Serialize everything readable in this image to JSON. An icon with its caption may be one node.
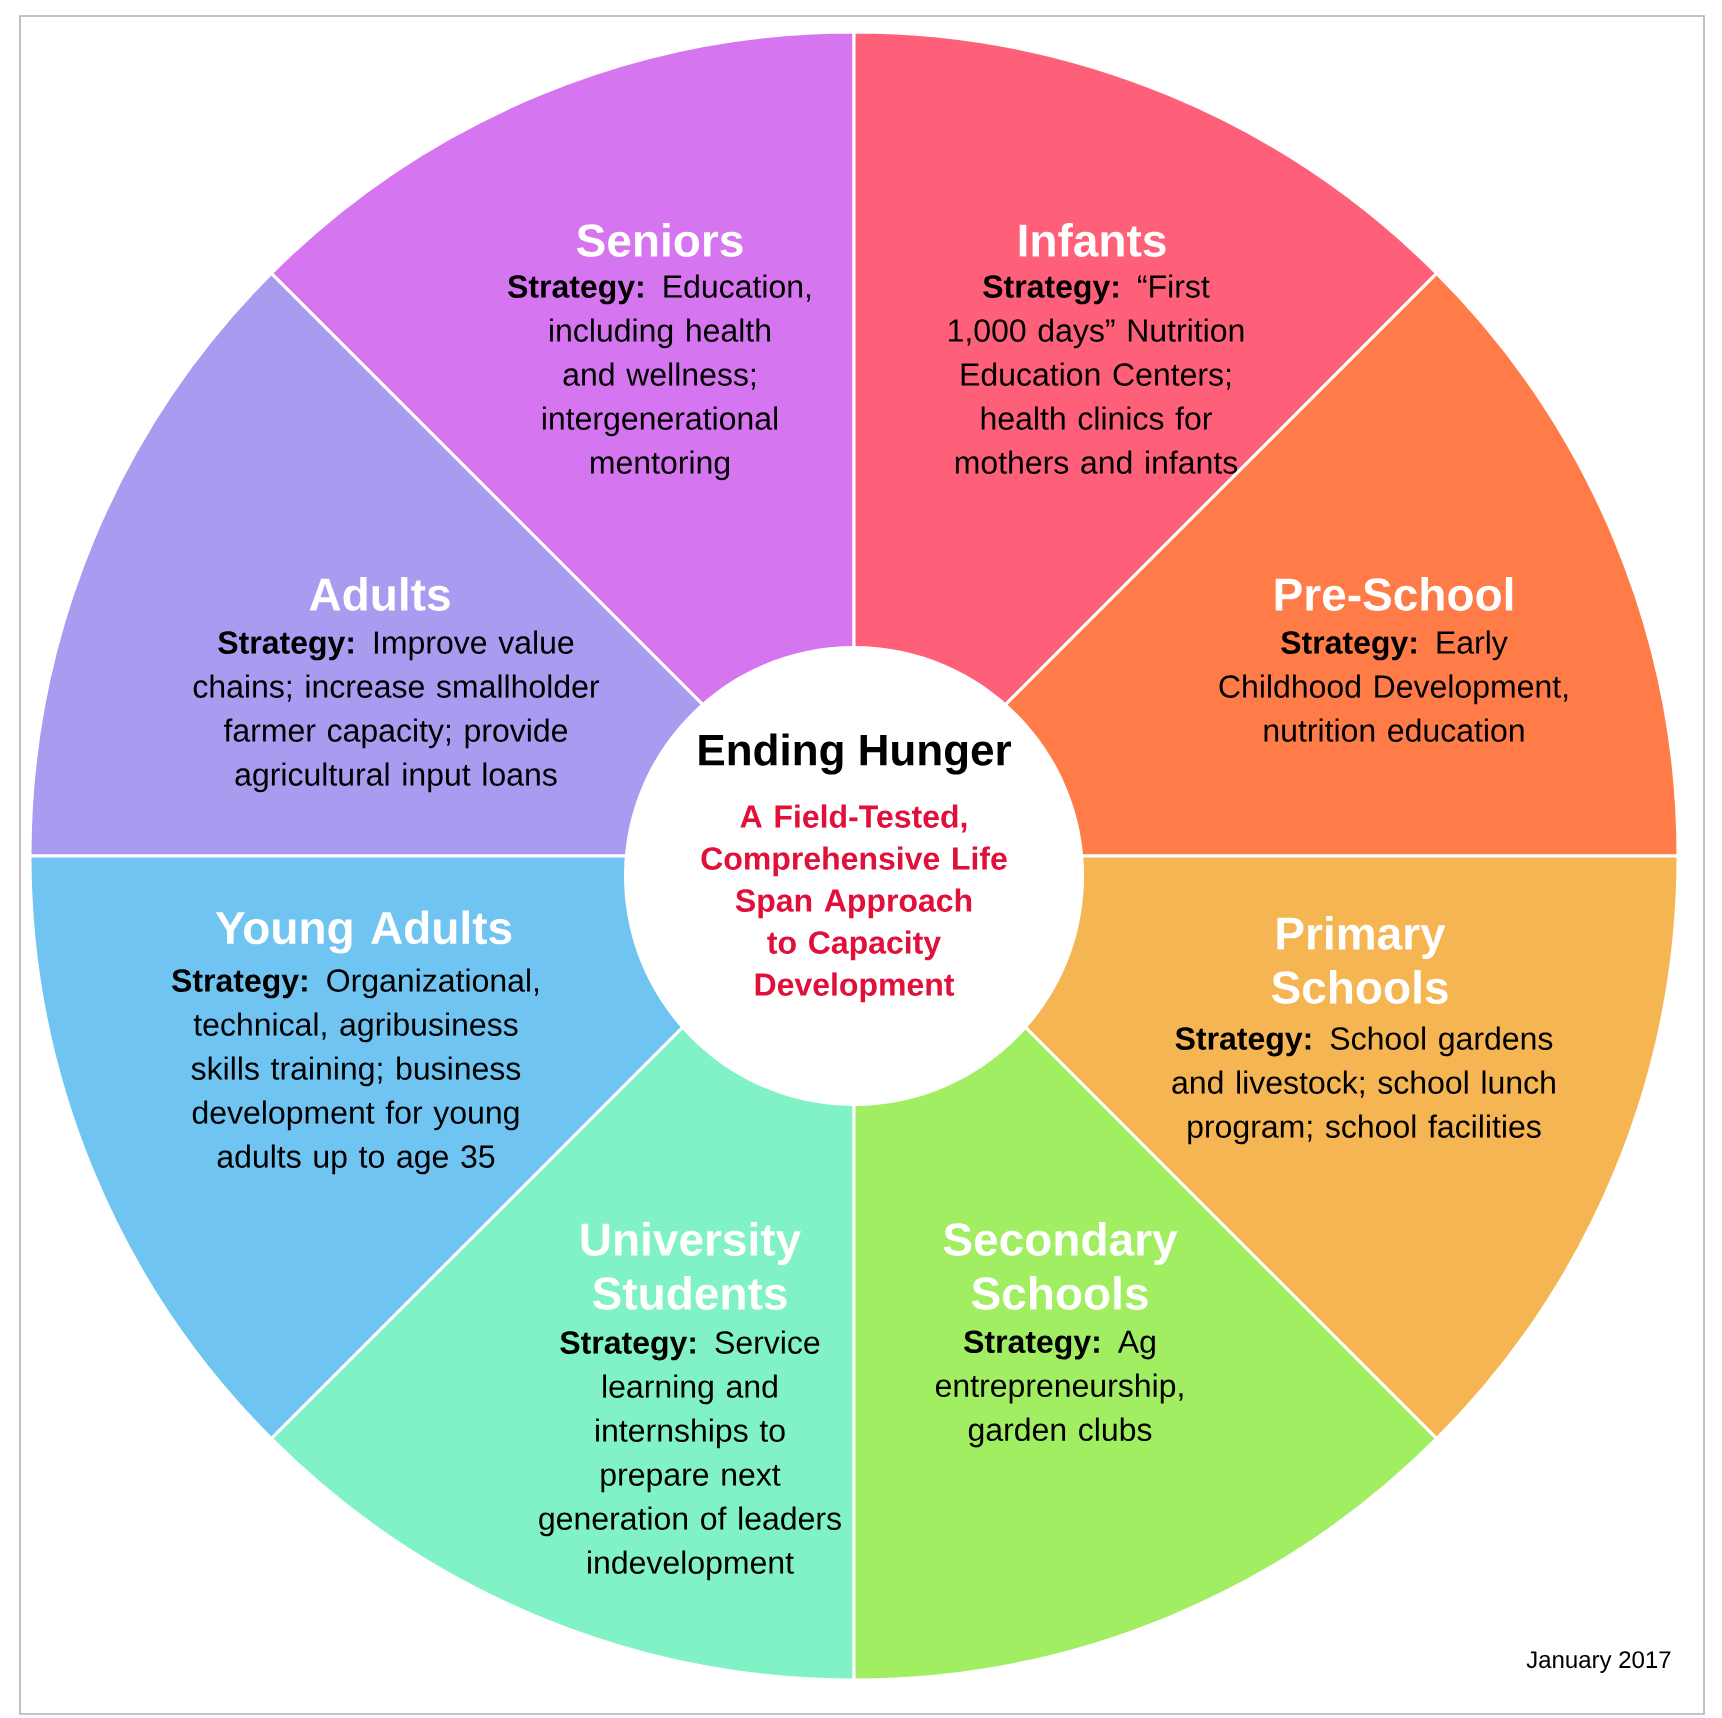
{
  "diagram": {
    "nodes": [
      {
        "text": [
          "Seniors",
          "**Strategy:** Education, including health and wellness; intergenerational mentoring"
        ]
      },
      {
        "text": [
          "Infants",
          "**Strategy:** “First 1,000 days” Nutrition Education Centers; health clinics for mothers and infants"
        ]
      },
      {
        "text": [
          "Pre-School",
          "**Strategy:** Early Childhood Development, nutrition education"
        ]
      },
      {
        "text": [
          "Adults",
          "**Strategy:** Improve value chains; increase smallholder farmer capacity; provide agricultural input loans"
        ]
      },
      {
        "text": [
          "Ending Hunger",
          "A Field-Tested, Comprehensive Life Span Approach to Capacity Development"
        ]
      },
      {
        "text": [
          "Young Adults",
          "**Strategy:** Organizational, technical, agribusiness skills training; business development for young adults up to age 35"
        ]
      },
      {
        "text": [
          "Primary Schools",
          "**Strategy:** School gardens and livestock; school lunch program; school facilities"
        ]
      },
      {
        "text": [
          "University Students",
          "**Strategy:** Service learning and internships to prepare next generation of leaders indevelopment"
        ]
      },
      {
        "text": [
          "Secondary Schools",
          "**Strategy:** Ag entrepreneurship, garden clubs"
        ]
      }
    ],
    "labels": [
      "January 2017"
    ]
  }
}
